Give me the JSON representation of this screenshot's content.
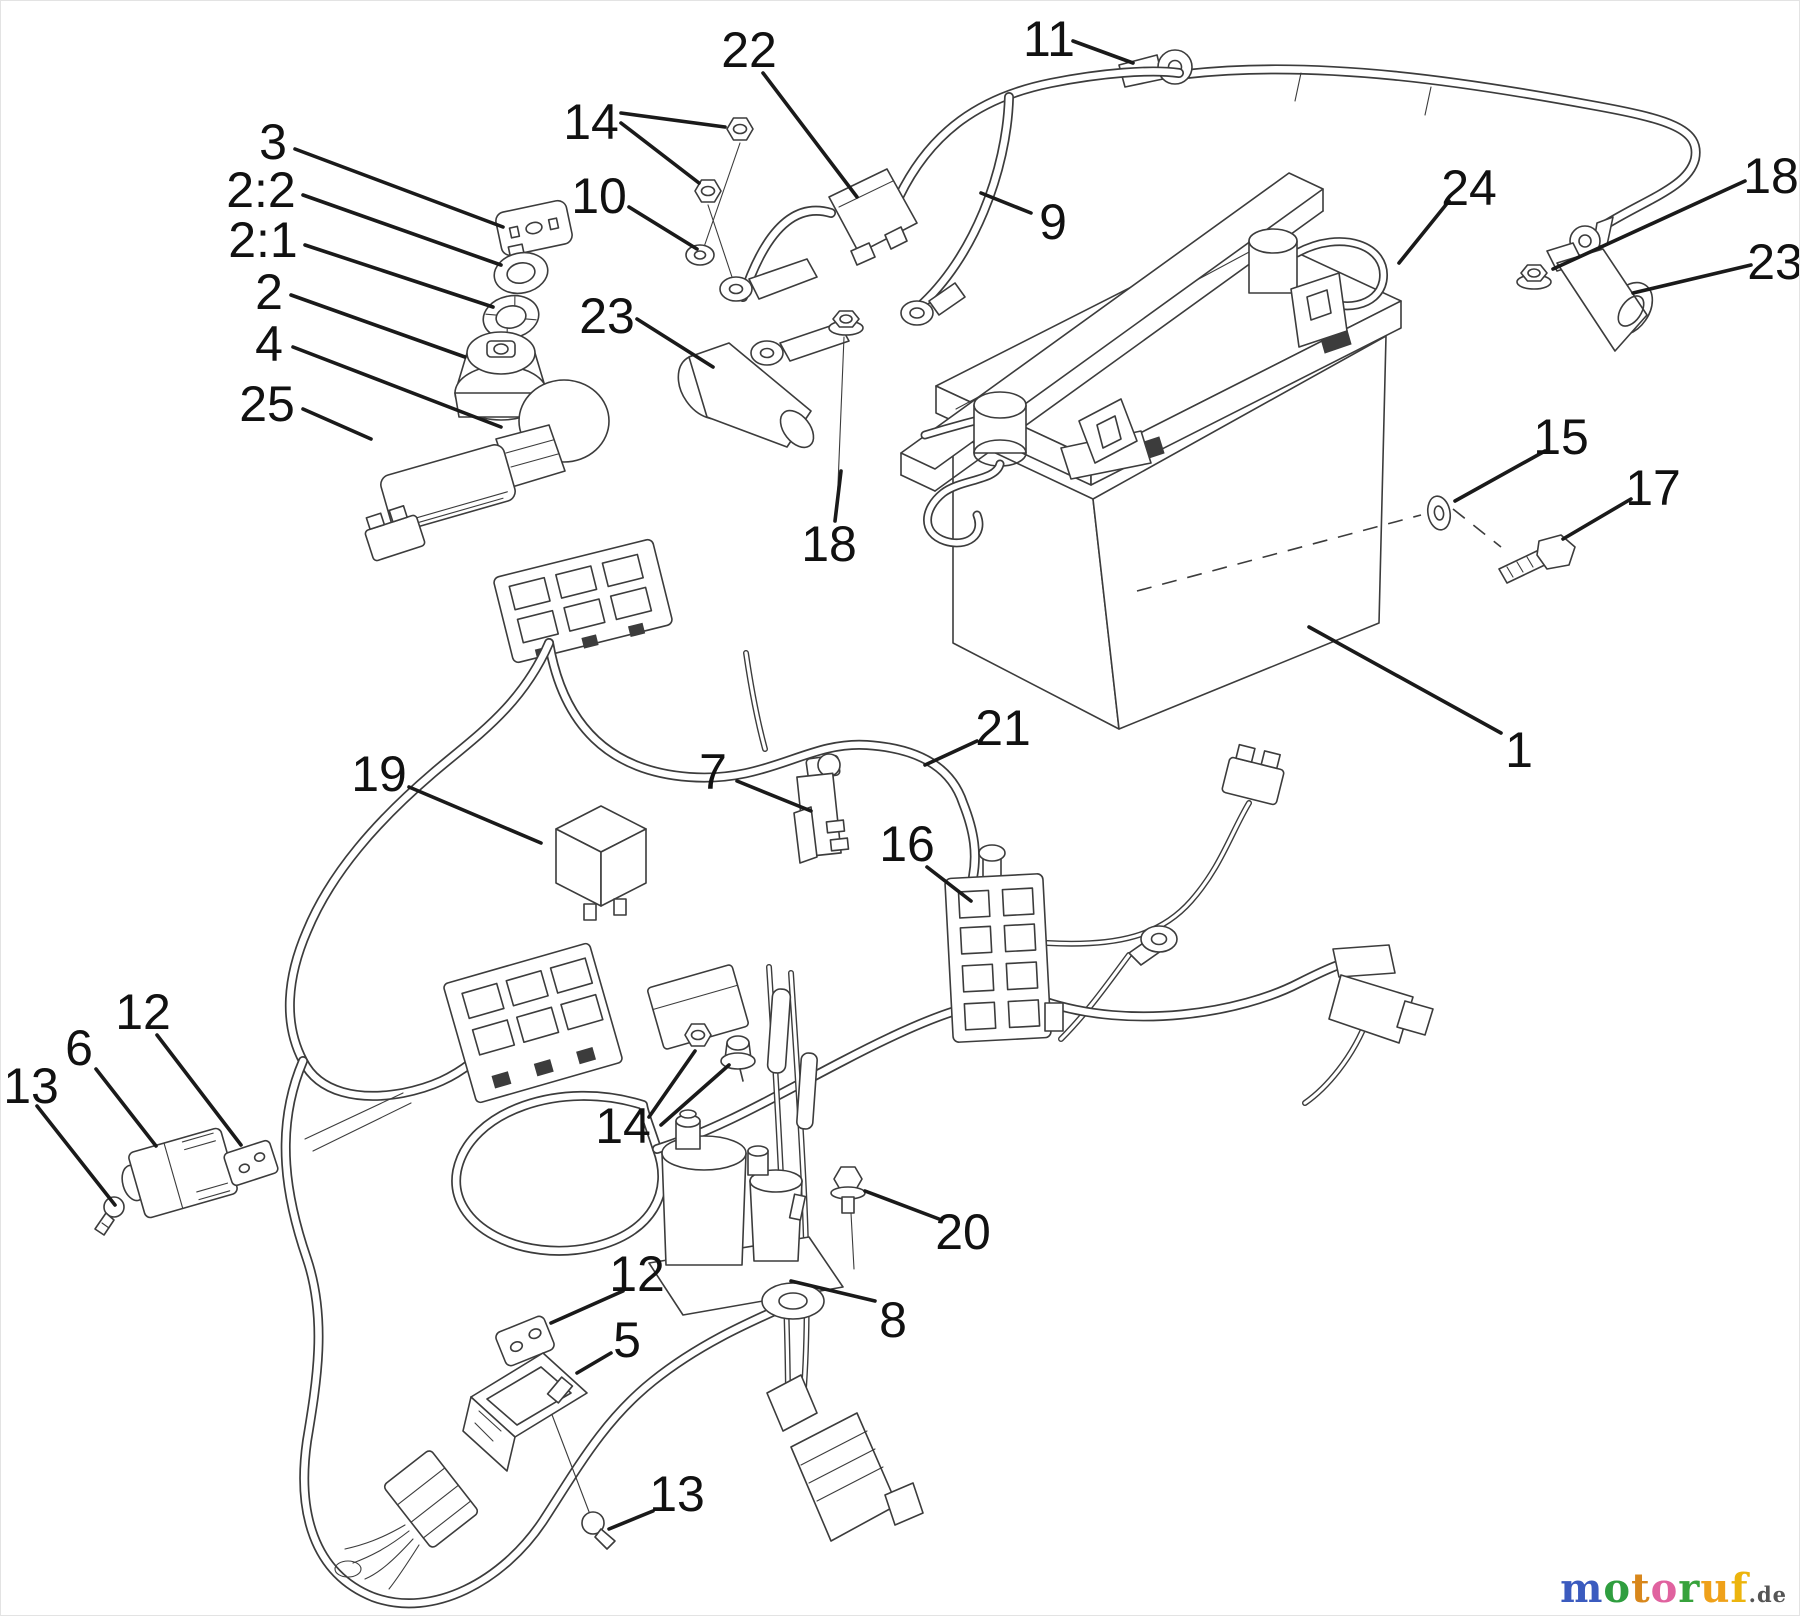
{
  "diagram": {
    "kind": "exploded-parts-diagram",
    "colors": {
      "background": "#ffffff",
      "ink": "#3c3c3c",
      "label": "#111111",
      "leader": "#1a1a1a"
    }
  },
  "callouts": {
    "c3": {
      "text": "3"
    },
    "c2_2": {
      "text": "2:2"
    },
    "c2_1": {
      "text": "2:1"
    },
    "c2": {
      "text": "2"
    },
    "c4": {
      "text": "4"
    },
    "c25": {
      "text": "25"
    },
    "c14_top": {
      "text": "14"
    },
    "c10": {
      "text": "10"
    },
    "c22": {
      "text": "22"
    },
    "c23_left": {
      "text": "23"
    },
    "c18_left": {
      "text": "18"
    },
    "c11": {
      "text": "11"
    },
    "c9": {
      "text": "9"
    },
    "c24": {
      "text": "24"
    },
    "c18_right": {
      "text": "18"
    },
    "c23_right": {
      "text": "23"
    },
    "c15": {
      "text": "15"
    },
    "c17": {
      "text": "17"
    },
    "c1": {
      "text": "1"
    },
    "c21": {
      "text": "21"
    },
    "c19": {
      "text": "19"
    },
    "c7": {
      "text": "7"
    },
    "c16": {
      "text": "16"
    },
    "c6": {
      "text": "6"
    },
    "c12_upper": {
      "text": "12"
    },
    "c13_left": {
      "text": "13"
    },
    "c14_bottom": {
      "text": "14"
    },
    "c20": {
      "text": "20"
    },
    "c8": {
      "text": "8"
    },
    "c12_lower": {
      "text": "12"
    },
    "c5": {
      "text": "5"
    },
    "c13_bottom": {
      "text": "13"
    }
  },
  "watermark": {
    "letters": [
      {
        "ch": "m",
        "color": "#3b5bbf"
      },
      {
        "ch": "o",
        "color": "#2f9e3f"
      },
      {
        "ch": "t",
        "color": "#d8871c"
      },
      {
        "ch": "o",
        "color": "#e0629f"
      },
      {
        "ch": "r",
        "color": "#37a23c"
      },
      {
        "ch": "u",
        "color": "#efa11a"
      },
      {
        "ch": "f",
        "color": "#ecb40d"
      }
    ],
    "suffix": ".de",
    "suffix_color": "#555555"
  }
}
